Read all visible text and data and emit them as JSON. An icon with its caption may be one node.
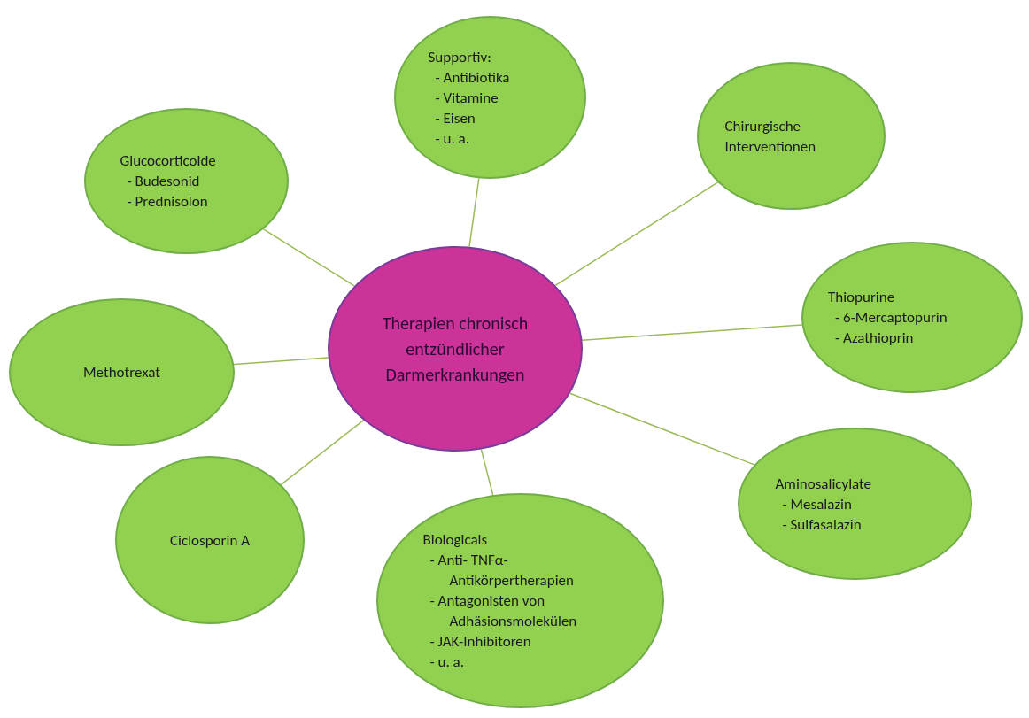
{
  "diagram": {
    "nodes": [
      {
        "text": [
          "Supportiv:",
          "- Antibiotika",
          "- Vitamine",
          "- Eisen",
          "- u. a."
        ]
      },
      {
        "text": [
          "Chirurgische Interventionen"
        ]
      },
      {
        "text": [
          "Glucocorticoide",
          "- Budesonid",
          "- Prednisolon"
        ]
      },
      {
        "text": [
          "Therapien chronisch entzündlicher Darmerkrankungen"
        ]
      },
      {
        "text": [
          "Thiopurine",
          "- 6-Mercaptopurin",
          "- Azathioprin"
        ]
      },
      {
        "text": [
          "Methotrexat"
        ]
      },
      {
        "text": [
          "Aminosalicylate",
          "- Mesalazin",
          "- Sulfasalazin"
        ]
      },
      {
        "text": [
          "Ciclosporin A"
        ]
      },
      {
        "text": [
          "Biologicals",
          "- Anti- TNFα- Antikörpertherapien",
          "- Antagonisten von Adhäsionsmolekülen",
          "- JAK-Inhibitoren",
          "- u. a."
        ]
      }
    ],
    "edges": [
      {
        "from": 3,
        "to": 0,
        "arrow": "none"
      },
      {
        "from": 3,
        "to": 1,
        "arrow": "none"
      },
      {
        "from": 3,
        "to": 2,
        "arrow": "none"
      },
      {
        "from": 3,
        "to": 4,
        "arrow": "none"
      },
      {
        "from": 3,
        "to": 5,
        "arrow": "none"
      },
      {
        "from": 3,
        "to": 6,
        "arrow": "none"
      },
      {
        "from": 3,
        "to": 7,
        "arrow": "none"
      },
      {
        "from": 3,
        "to": 8,
        "arrow": "none"
      }
    ]
  }
}
